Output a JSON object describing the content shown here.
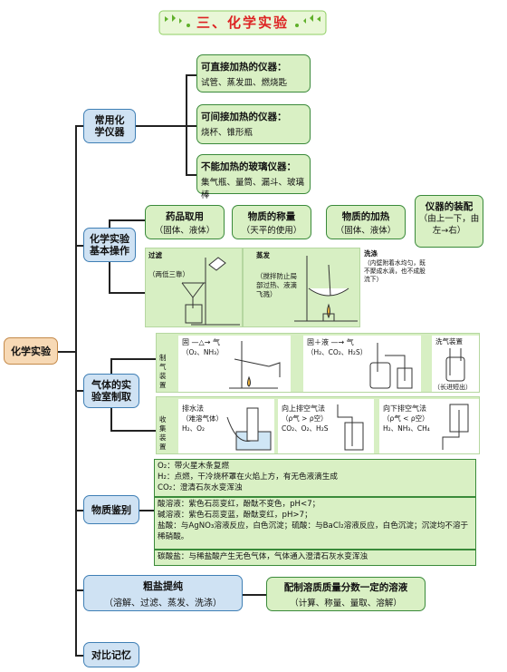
{
  "banner": {
    "title": "三、化学实验"
  },
  "root": {
    "label": "化学实验"
  },
  "sec1": {
    "label": "常用化学仪器",
    "items": [
      {
        "title": "可直接加热的仪器：",
        "body": "试管、蒸发皿、燃烧匙"
      },
      {
        "title": "可间接加热的仪器：",
        "body": "烧杯、锥形瓶"
      },
      {
        "title": "不能加热的玻璃仪器：",
        "body": "集气瓶、量筒、漏斗、玻璃棒"
      }
    ]
  },
  "sec2": {
    "label": "化学实验基本操作",
    "items": [
      {
        "title": "药品取用",
        "body": "（固体、液体）"
      },
      {
        "title": "物质的称量",
        "body": "（天平的使用）"
      },
      {
        "title": "物质的加热",
        "body": "（固体、液体）"
      },
      {
        "title": "仪器的装配",
        "body": "（由上一下，由左→右）"
      }
    ],
    "pics": {
      "filter_title": "过滤",
      "filter_note": "（两低三靠）",
      "evap_title": "蒸发",
      "evap_note": "（搅拌防止局部过热、液滴飞溅）",
      "wash_title": "洗涤",
      "wash_note": "（内壁附着水均匀，既不聚成水滴，也不成股流下）"
    }
  },
  "sec3": {
    "label": "气体的实验室制取",
    "prep_label": "制气装置",
    "collect_label": "收集装置",
    "prep1": "固 —△→ 气",
    "prep1_sub": "（O₂、NH₃）",
    "prep2": "固＋液 —→ 气",
    "prep2_sub": "（H₂、CO₂、H₂S）",
    "wash_bottle": "洗气装置",
    "wash_bottle_note": "（长进短出）",
    "c1": "排水法",
    "c1_note": "（难溶气体）",
    "c1_gases": "H₂、O₂",
    "c2": "向上排空气法",
    "c2_note": "（ρ气 > ρ空）",
    "c2_gases": "CO₂、O₂、H₂S",
    "c3": "向下排空气法",
    "c3_note": "（ρ气 < ρ空）",
    "c3_gases": "H₂、NH₃、CH₄"
  },
  "sec4": {
    "label": "物质鉴别",
    "g1": [
      "O₂：带火星木条复燃",
      "H₂：点燃，干冷烧杯罩在火焰上方，有无色液滴生成",
      "CO₂：澄清石灰水变浑浊"
    ],
    "g2": [
      "酸溶液：紫色石蕊变红，酚酞不变色，pH<7；",
      "碱溶液：紫色石蕊变蓝，酚酞变红，pH>7；",
      "盐酸：与AgNO₃溶液反应，白色沉淀；硫酸：与BaCl₂溶液反应，白色沉淀；沉淀均不溶于稀硝酸。"
    ],
    "g3": [
      "碳酸盐：与稀盐酸产生无色气体，气体通入澄清石灰水变浑浊"
    ]
  },
  "sec5": {
    "label": "粗盐提纯",
    "sub": "（溶解、过滤、蒸发、洗涤）",
    "right_title": "配制溶质质量分数一定的溶液",
    "right_sub": "（计算、称量、量取、溶解）"
  },
  "sec6": {
    "label": "对比记忆"
  }
}
